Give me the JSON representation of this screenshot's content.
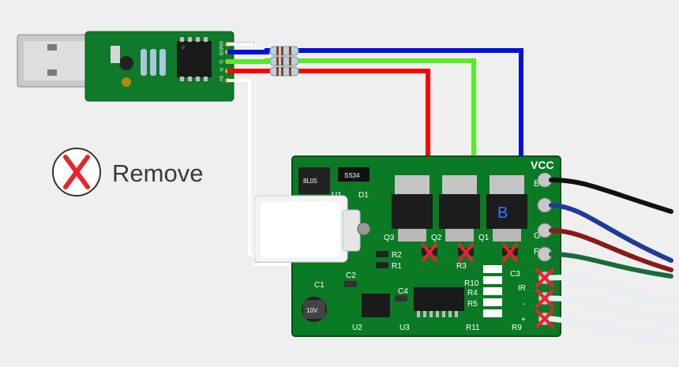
{
  "legend": {
    "label": "Remove",
    "icon": "red-x-circle-icon",
    "color": "#e8242a"
  },
  "usb_dongle": {
    "pin_labels": [
      "GND",
      "B",
      "G",
      "R",
      "5V"
    ]
  },
  "wires": {
    "colors": {
      "red": "#ff0000",
      "green": "#55ee22",
      "blue": "#0010dd",
      "white": "#ffffff"
    }
  },
  "main_board": {
    "header_label": "VCC",
    "channel_labels": [
      "B",
      "G",
      "R"
    ],
    "mosfet_labels": [
      "Q3",
      "Q2",
      "Q1"
    ],
    "mosfet_marked": "B",
    "regulator_label": "U1",
    "diode_label": "D1",
    "diode_marking": "SS34",
    "ic_labels": [
      "U2",
      "U3"
    ],
    "cap_labels": [
      "C1",
      "C2",
      "C3",
      "C4"
    ],
    "resistor_labels": [
      "R1",
      "R2",
      "R3",
      "R4",
      "R5",
      "R9",
      "R10",
      "R11"
    ],
    "input_pin_labels": [
      "IR",
      "-",
      "+"
    ],
    "regulator_marking": "8L05",
    "cap_value": "10V"
  }
}
